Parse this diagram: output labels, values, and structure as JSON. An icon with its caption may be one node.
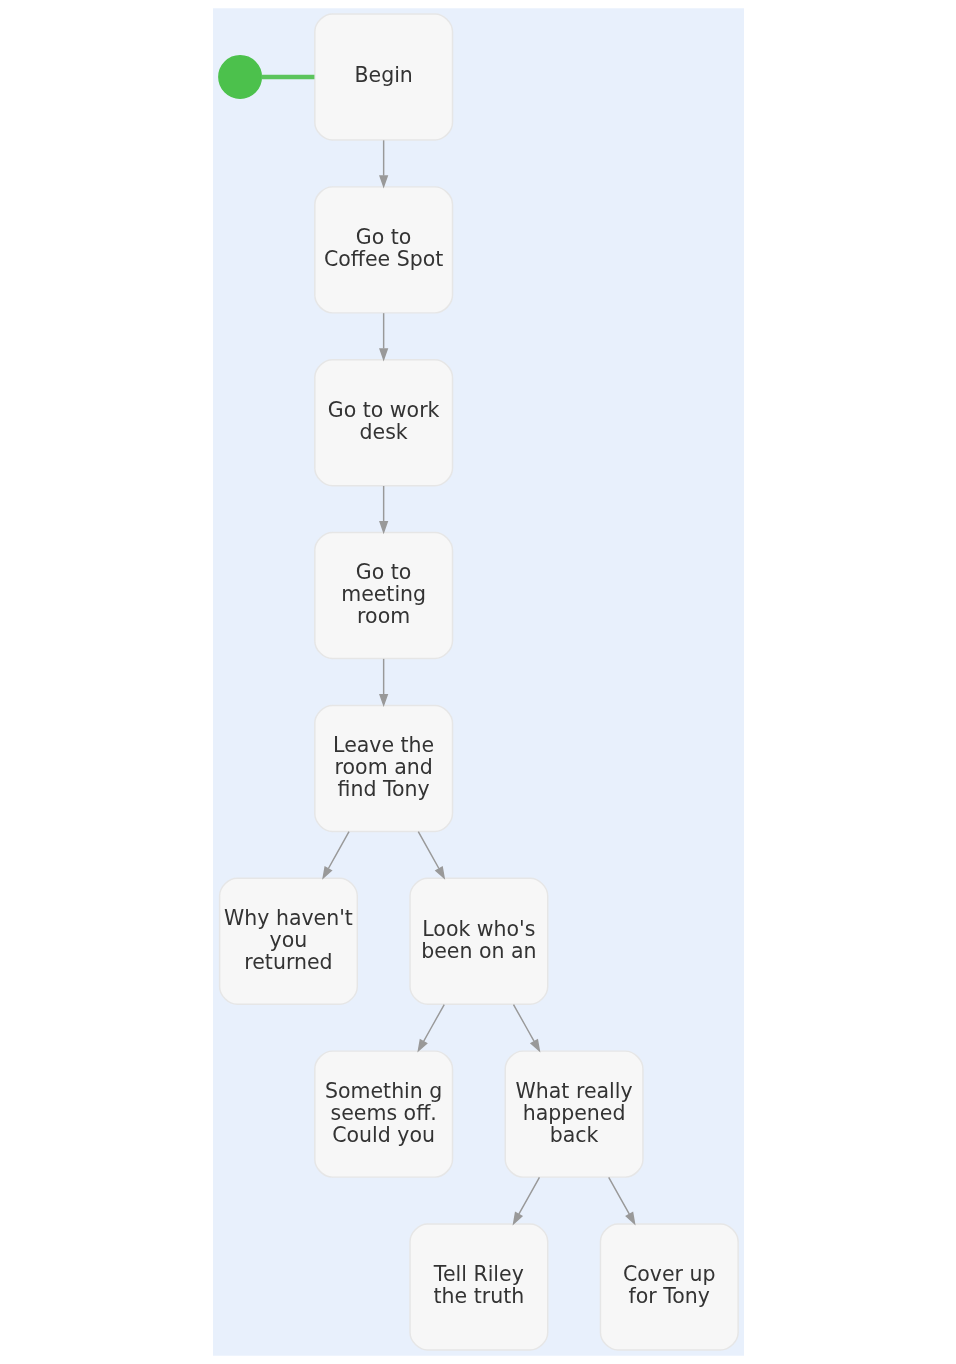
{
  "diagram": {
    "nodes": [
      {
        "text": [],
        "shape": "circle"
      },
      {
        "text": [
          "Begin"
        ]
      },
      {
        "text": [
          "Go to Coffee Spot"
        ]
      },
      {
        "text": [
          "Go to work desk"
        ]
      },
      {
        "text": [
          "Go to meeting room"
        ]
      },
      {
        "text": [
          "Leave the room and find Tony"
        ]
      },
      {
        "text": [
          "Why haven't you returned"
        ]
      },
      {
        "text": [
          "Look who's been on an"
        ]
      },
      {
        "text": [
          "Somethin g seems off. Could you"
        ]
      },
      {
        "text": [
          "What really happened back"
        ]
      },
      {
        "text": [
          "Tell Riley the truth"
        ]
      },
      {
        "text": [
          "Cover up for Tony"
        ]
      }
    ],
    "edges": [
      {
        "from": 0,
        "to": 1,
        "arrow": "none",
        "style": "thick",
        "color": "#5cc45c"
      },
      {
        "from": 1,
        "to": 2,
        "arrow": "to"
      },
      {
        "from": 2,
        "to": 3,
        "arrow": "to"
      },
      {
        "from": 3,
        "to": 4,
        "arrow": "to"
      },
      {
        "from": 4,
        "to": 5,
        "arrow": "to"
      },
      {
        "from": 5,
        "to": 6,
        "arrow": "to"
      },
      {
        "from": 5,
        "to": 7,
        "arrow": "to"
      },
      {
        "from": 7,
        "to": 8,
        "arrow": "to"
      },
      {
        "from": 7,
        "to": 9,
        "arrow": "to"
      },
      {
        "from": 9,
        "to": 10,
        "arrow": "to"
      },
      {
        "from": 9,
        "to": 11,
        "arrow": "to"
      }
    ]
  }
}
